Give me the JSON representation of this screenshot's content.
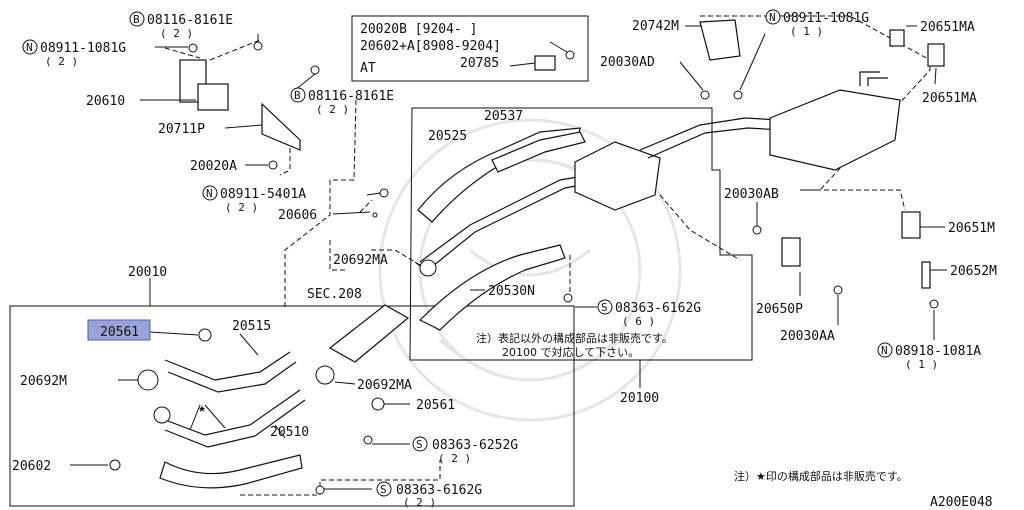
{
  "diagram_id": "A200E048",
  "box_labels": {
    "assembly": "20010",
    "center_assembly": "20100",
    "sec": "SEC.208",
    "at": "AT"
  },
  "variant_box": {
    "line1": "20020B [9204-    ]",
    "line2": "20602+A[8908-9204]",
    "part": "20785"
  },
  "parts": {
    "p_bolt_top_b": "08116-8161E",
    "p_bolt_top_b_qty": "( 2 )",
    "p_nut_top_n": "08911-1081G",
    "p_nut_top_n_qty": "( 2 )",
    "p20610": "20610",
    "p20711p": "20711P",
    "p_bolt_mid_b": "08116-8161E",
    "p_bolt_mid_b_qty": "( 2 )",
    "p20020a": "20020A",
    "p_nut_mid_n": "08911-5401A",
    "p_nut_mid_n_qty": "( 2 )",
    "p20606": "20606",
    "p20525": "20525",
    "p20537": "20537",
    "p20742m": "20742M",
    "p_nut_right_n": "08911-1081G",
    "p_nut_right_n_qty": "( 1 )",
    "p20651ma_a": "20651MA",
    "p20651ma_b": "20651MA",
    "p20030ad": "20030AD",
    "p20030ab": "20030AB",
    "p20651m": "20651M",
    "p20692ma_top": "20692MA",
    "p20530n": "20530N",
    "p_screw_s1": "08363-6162G",
    "p_screw_s1_qty": "( 6 )",
    "p20652m": "20652M",
    "p20650p": "20650P",
    "p20030aa": "20030AA",
    "p_nut_low_n": "08918-1081A",
    "p_nut_low_n_qty": "( 1 )",
    "p20561_hl": "20561",
    "p20515": "20515",
    "p20692m": "20692M",
    "p20692ma_low": "20692MA",
    "p20561": "20561",
    "p20510": "20510",
    "p_screw_s2": "08363-6252G",
    "p_screw_s2_qty": "( 2 )",
    "p20602": "20602",
    "p_screw_s3": "08363-6162G",
    "p_screw_s3_qty": "( 2 )"
  },
  "notes": {
    "center_note_1": "注）表記以外の構成部品は非販売です。",
    "center_note_2": "20100 で対応して下さい。",
    "star_note": "注）★印の構成部品は非販売です。"
  },
  "prefix_letters": {
    "bolt": "B",
    "nut": "N",
    "screw": "S"
  }
}
